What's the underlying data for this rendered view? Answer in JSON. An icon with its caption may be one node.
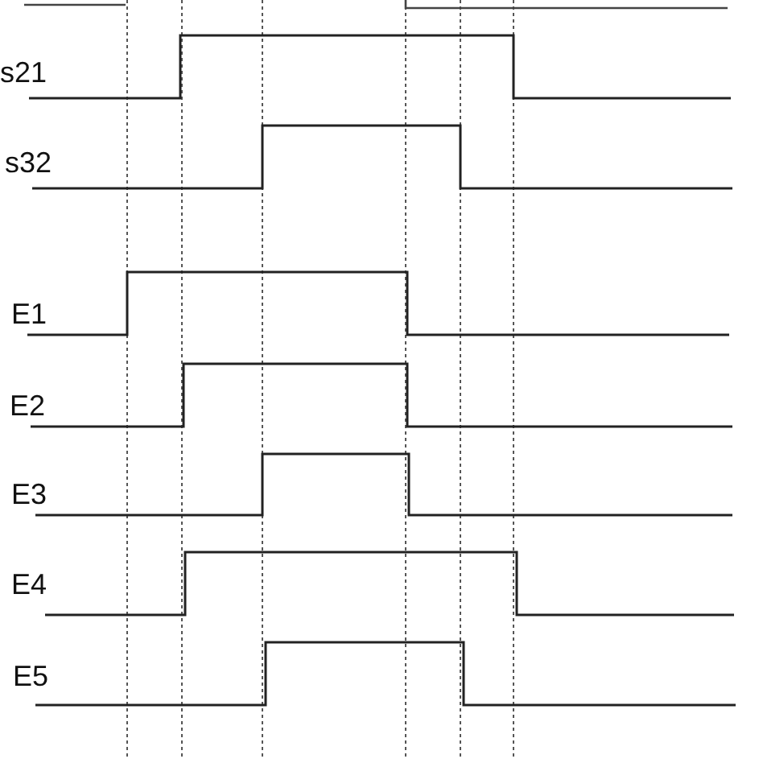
{
  "diagram": {
    "labels": [
      "s21",
      "s32",
      "E1",
      "E2",
      "E3",
      "E4",
      "E5"
    ]
  }
}
